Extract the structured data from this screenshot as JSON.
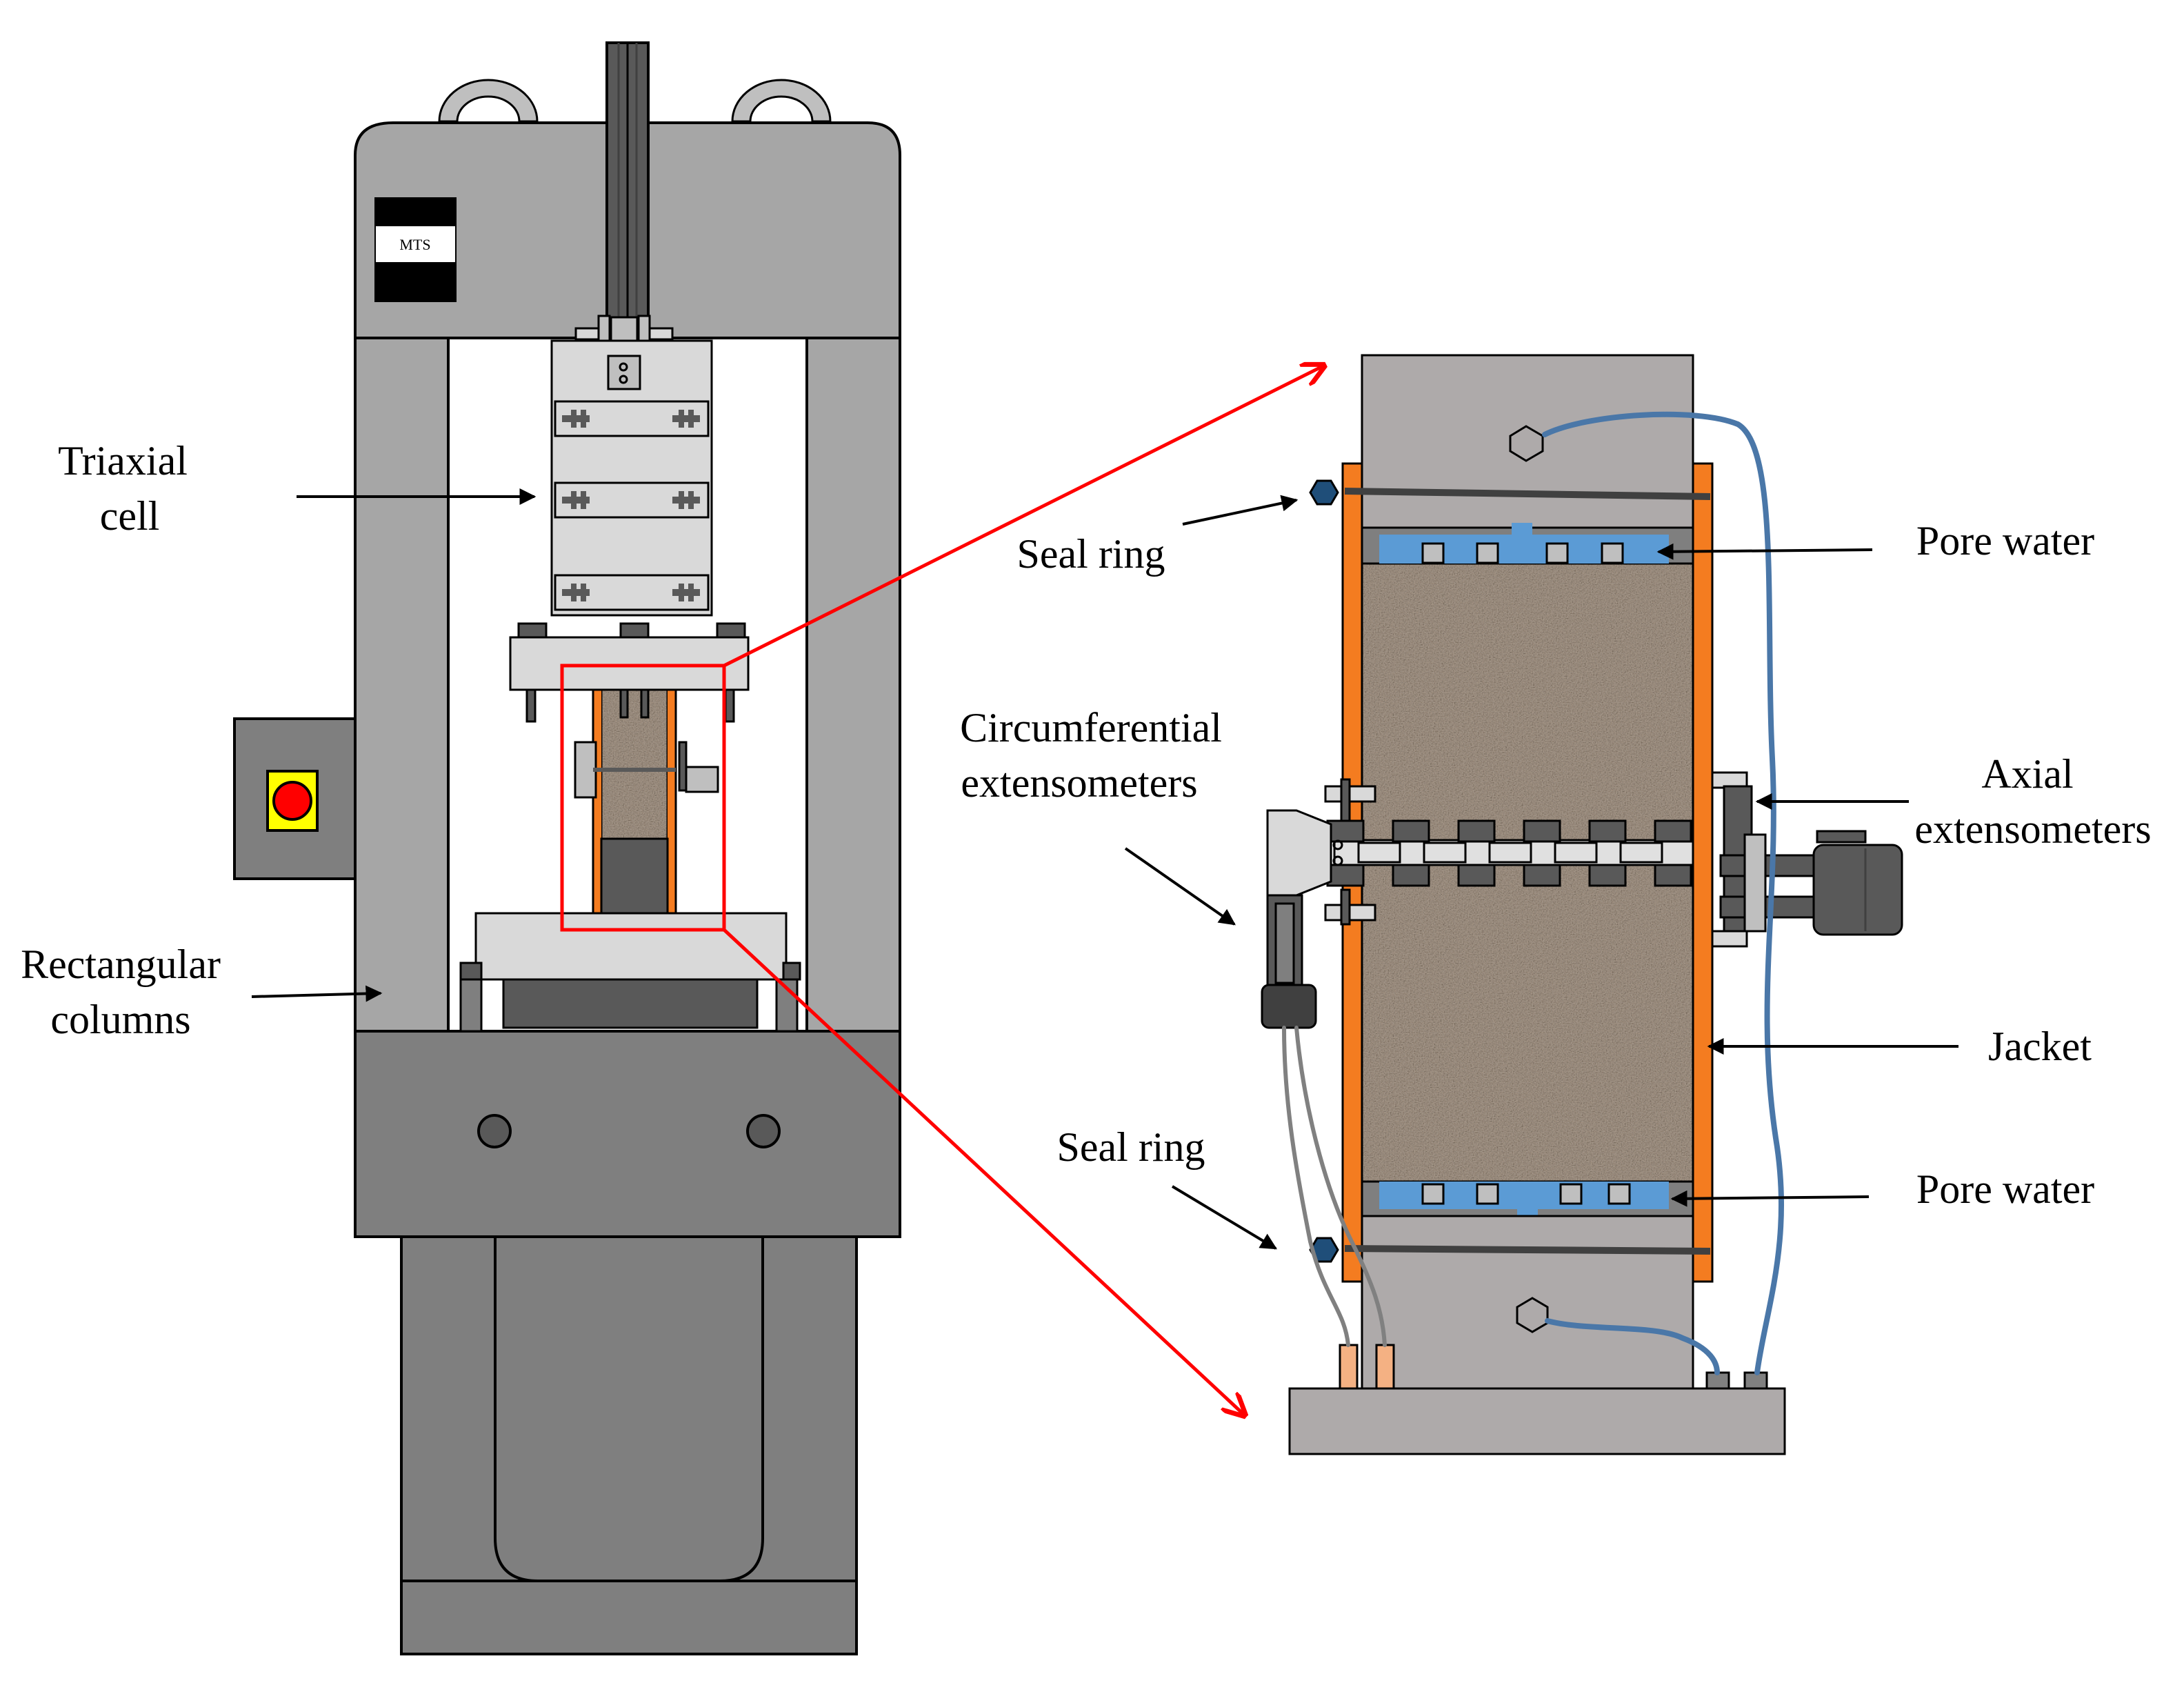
{
  "machine": {
    "brand": "MTS"
  },
  "labels": {
    "triaxial_cell": [
      "Triaxial",
      "cell"
    ],
    "rectangular_columns": [
      "Rectangular",
      "columns"
    ],
    "seal_ring_top": "Seal ring",
    "seal_ring_bottom": "Seal ring",
    "pore_water_top": "Pore water",
    "pore_water_bottom": "Pore water",
    "circumferential_extensometers": [
      "Circumferential",
      "extensometers"
    ],
    "axial_extensometers": [
      "Axial",
      "extensometers"
    ],
    "jacket": "Jacket"
  },
  "colors": {
    "frame": "#a6a6a6",
    "frame_dark": "#7f7f7f",
    "base_dark": "#595959",
    "cell_light": "#d9d9d9",
    "platen": "#aeaaaa",
    "jacket": "#f47c20",
    "pore_water": "#5b9bd5",
    "tube": "#4a77a8",
    "detail_highlight": "#ff0000",
    "nut": "#1f4e79",
    "stop_button": "#ff0000",
    "stop_plate": "#ffff00",
    "wire_tip": "#f4b183",
    "rock": "#a69a8e"
  }
}
